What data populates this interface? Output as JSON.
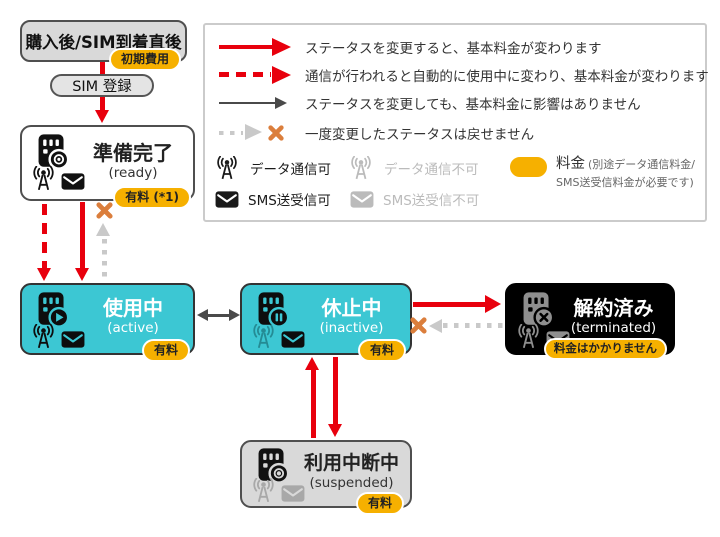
{
  "diagram": {
    "start": {
      "label": "購入後/SIM到着直後",
      "badge": "初期費用"
    },
    "transition_pill": "SIM 登録",
    "states": {
      "ready": {
        "title": "準備完了",
        "subtitle": "(ready)",
        "badge": "有料 (*1)"
      },
      "active": {
        "title": "使用中",
        "subtitle": "(active)",
        "badge": "有料"
      },
      "inactive": {
        "title": "休止中",
        "subtitle": "(inactive)",
        "badge": "有料"
      },
      "terminated": {
        "title": "解約済み",
        "subtitle": "(terminated)",
        "badge": "料金はかかりません"
      },
      "suspended": {
        "title": "利用中断中",
        "subtitle": "(suspended)",
        "badge": "有料"
      }
    }
  },
  "legend": {
    "arrow_rows": [
      {
        "arrow": "red-solid",
        "text": "ステータスを変更すると、基本料金が変わります"
      },
      {
        "arrow": "red-dashed",
        "text": "通信が行われると自動的に使用中に変わり、基本料金が変わります"
      },
      {
        "arrow": "gray-solid",
        "text": "ステータスを変更しても、基本料金に影響はありません"
      },
      {
        "arrow": "gray-dotted-x",
        "text": "一度変更したステータスは戻せません"
      }
    ],
    "capability_items": [
      {
        "icon": "antenna-on-icon",
        "text": "データ通信可"
      },
      {
        "icon": "antenna-off-icon",
        "text": "データ通信不可"
      },
      {
        "icon": "mail-on-icon",
        "text": "SMS送受信可"
      },
      {
        "icon": "mail-off-icon",
        "text": "SMS送受信不可"
      }
    ],
    "fee": {
      "label": "料金",
      "note_line1": "(別途データ通信料金/",
      "note_line2": "SMS送受信料金が必要です)"
    }
  },
  "colors": {
    "red_arrow": "#E8000D",
    "cyan_state": "#3CC7D3",
    "yellow_badge": "#F6B000",
    "orange_x": "#DB7E3C",
    "gray_state": "#D9D9D9",
    "black_state": "#000000"
  }
}
